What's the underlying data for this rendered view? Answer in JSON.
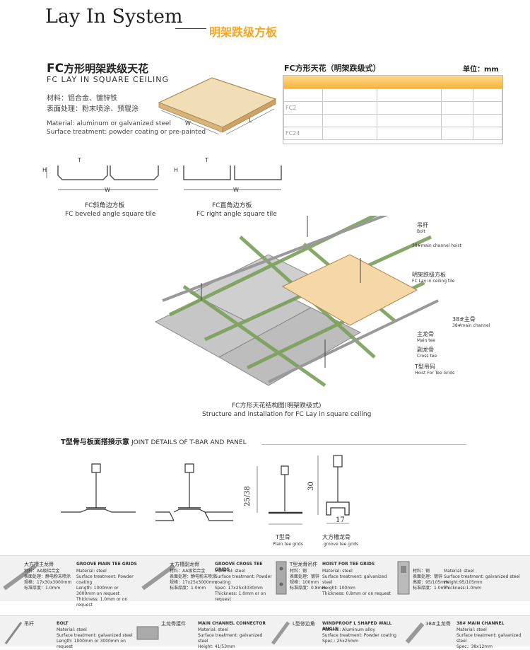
{
  "header": {
    "title": "Lay In System",
    "subtitle": "明架跌级方板"
  },
  "product": {
    "name_cn_prefix": "FC",
    "name_cn": "方形明架跌级天花",
    "name_en": "FC LAY IN SQUARE CEILING",
    "material_cn": "材料：铝合金、镀锌铁",
    "surface_cn": "表面处理：粉末喷涂、预辊涂",
    "material_en": "Material: aluminum or galvanized steel",
    "surface_en": "Surface treatment: powder coating or pre-painted"
  },
  "panel_dims": {
    "w": "W",
    "l": "L",
    "t": "T",
    "h": "H"
  },
  "spec_table": {
    "title_prefix": "FC",
    "title": "方形天花（明架跌级式）",
    "unit": "单位：mm",
    "rows": [
      "",
      "FC2",
      "",
      "FC24"
    ]
  },
  "sections": {
    "beveled_cn": "FC斜角边方板",
    "beveled_en": "FC beveled angle square tile",
    "right_cn": "FC直角边方板",
    "right_en": "FC right angle square tile"
  },
  "install": {
    "caption_cn": "FC方形天花结构图(明架跌级式)",
    "caption_en": "Structure and installation for FC Lay in square ceiling",
    "labels": [
      {
        "cn": "吊杆",
        "en": "Bolt"
      },
      {
        "cn": "",
        "en": "38#main channel hoist"
      },
      {
        "cn": "明架跌级方板",
        "en": "FC Lay in ceiling tile"
      },
      {
        "cn": "38#主骨",
        "en": "38#main channel"
      },
      {
        "cn": "主龙骨",
        "en": "Main tee"
      },
      {
        "cn": "副龙骨",
        "en": "Cross tee"
      },
      {
        "cn": "T型吊码",
        "en": "Hoist For Tee Grids"
      }
    ]
  },
  "joint": {
    "title_cn": "T型骨与板面搭接示意",
    "title_en": "JOINT DETAILS OF T-BAR AND PANEL",
    "dim_a": "25/38",
    "dim_b": "30",
    "dim_c": "17",
    "plain_cn": "T型骨",
    "plain_en": "Plain tee grids",
    "groove_cn": "大方槽龙骨",
    "groove_en": "groove tee grids"
  },
  "accessories": [
    {
      "cn": "大方槽主龙骨",
      "title": "GROOVE MAIN TEE GRIDS",
      "lines": [
        "材料：AA级铝合金",
        "表面处理：静电粉末喷涂",
        "规格：17x30x3000mm",
        "标准厚度：1.0mm"
      ],
      "en": [
        "Material: steel",
        "Surface treatment: Powder coating",
        "Length: 1000mm or 3000mm on request",
        "Thickness: 1.0mm or on request"
      ]
    },
    {
      "cn": "大方槽副龙骨",
      "title": "GROOVE CROSS TEE GRIDS",
      "lines": [
        "材料：AA级铝合金",
        "表面处理：静电粉末喷涂",
        "规格：17x25x3000mm",
        "标准厚度：1.0mm"
      ],
      "en": [
        "Material: steel",
        "Surface treatment: Powder coating",
        "Spec: 17x25x3030mm",
        "Thickness: 1.0mm or on request"
      ]
    },
    {
      "cn": "T型龙骨吊件",
      "title": "HOIST FOR TEE GRIDS",
      "lines": [
        "材料：钢",
        "表面处理：镀锌",
        "规格：100mm",
        "标准厚度：0.8mm"
      ],
      "en": [
        "Material: steel",
        "Surface treatment: galvanized steel",
        "Height: 100mm",
        "Thickness: 0.8mm or on request"
      ]
    },
    {
      "cn": "",
      "title": "",
      "lines": [
        "材料：钢",
        "表面处理：镀锌",
        "高度：95/105mm",
        "标准厚度：1.0mm"
      ],
      "en": [
        "Material: steel",
        "Surface treatment: galvanized steel",
        "Height:95/105mm",
        "Thickness:1.0mm"
      ]
    }
  ],
  "accessories2": [
    {
      "cn": "吊杆",
      "title": "BOLT",
      "en": [
        "Material: steel",
        "Surface treatment: galvanized steel",
        "Length: 1000mm or 3000mm on request"
      ]
    },
    {
      "cn": "主龙骨接件",
      "title": "MAIN CHANNEL CONNECTOR",
      "en": [
        "Material: steel",
        "Surface treatment: galvanized steel",
        "Height: 41/53mm"
      ]
    },
    {
      "cn": "L型修边角",
      "title": "WINDPROOF L SHAPED WALL ANGLE",
      "en": [
        "Material: Aluminum alloy",
        "Surface treatment: Powder coating",
        "Spec.: 25x25mm"
      ]
    },
    {
      "cn": "38#主龙骨",
      "title": "38# MAIN CHANNEL",
      "en": [
        "Material: steel",
        "Surface treatment: galvanized steel",
        "Spec.: 38x12mm"
      ]
    }
  ]
}
